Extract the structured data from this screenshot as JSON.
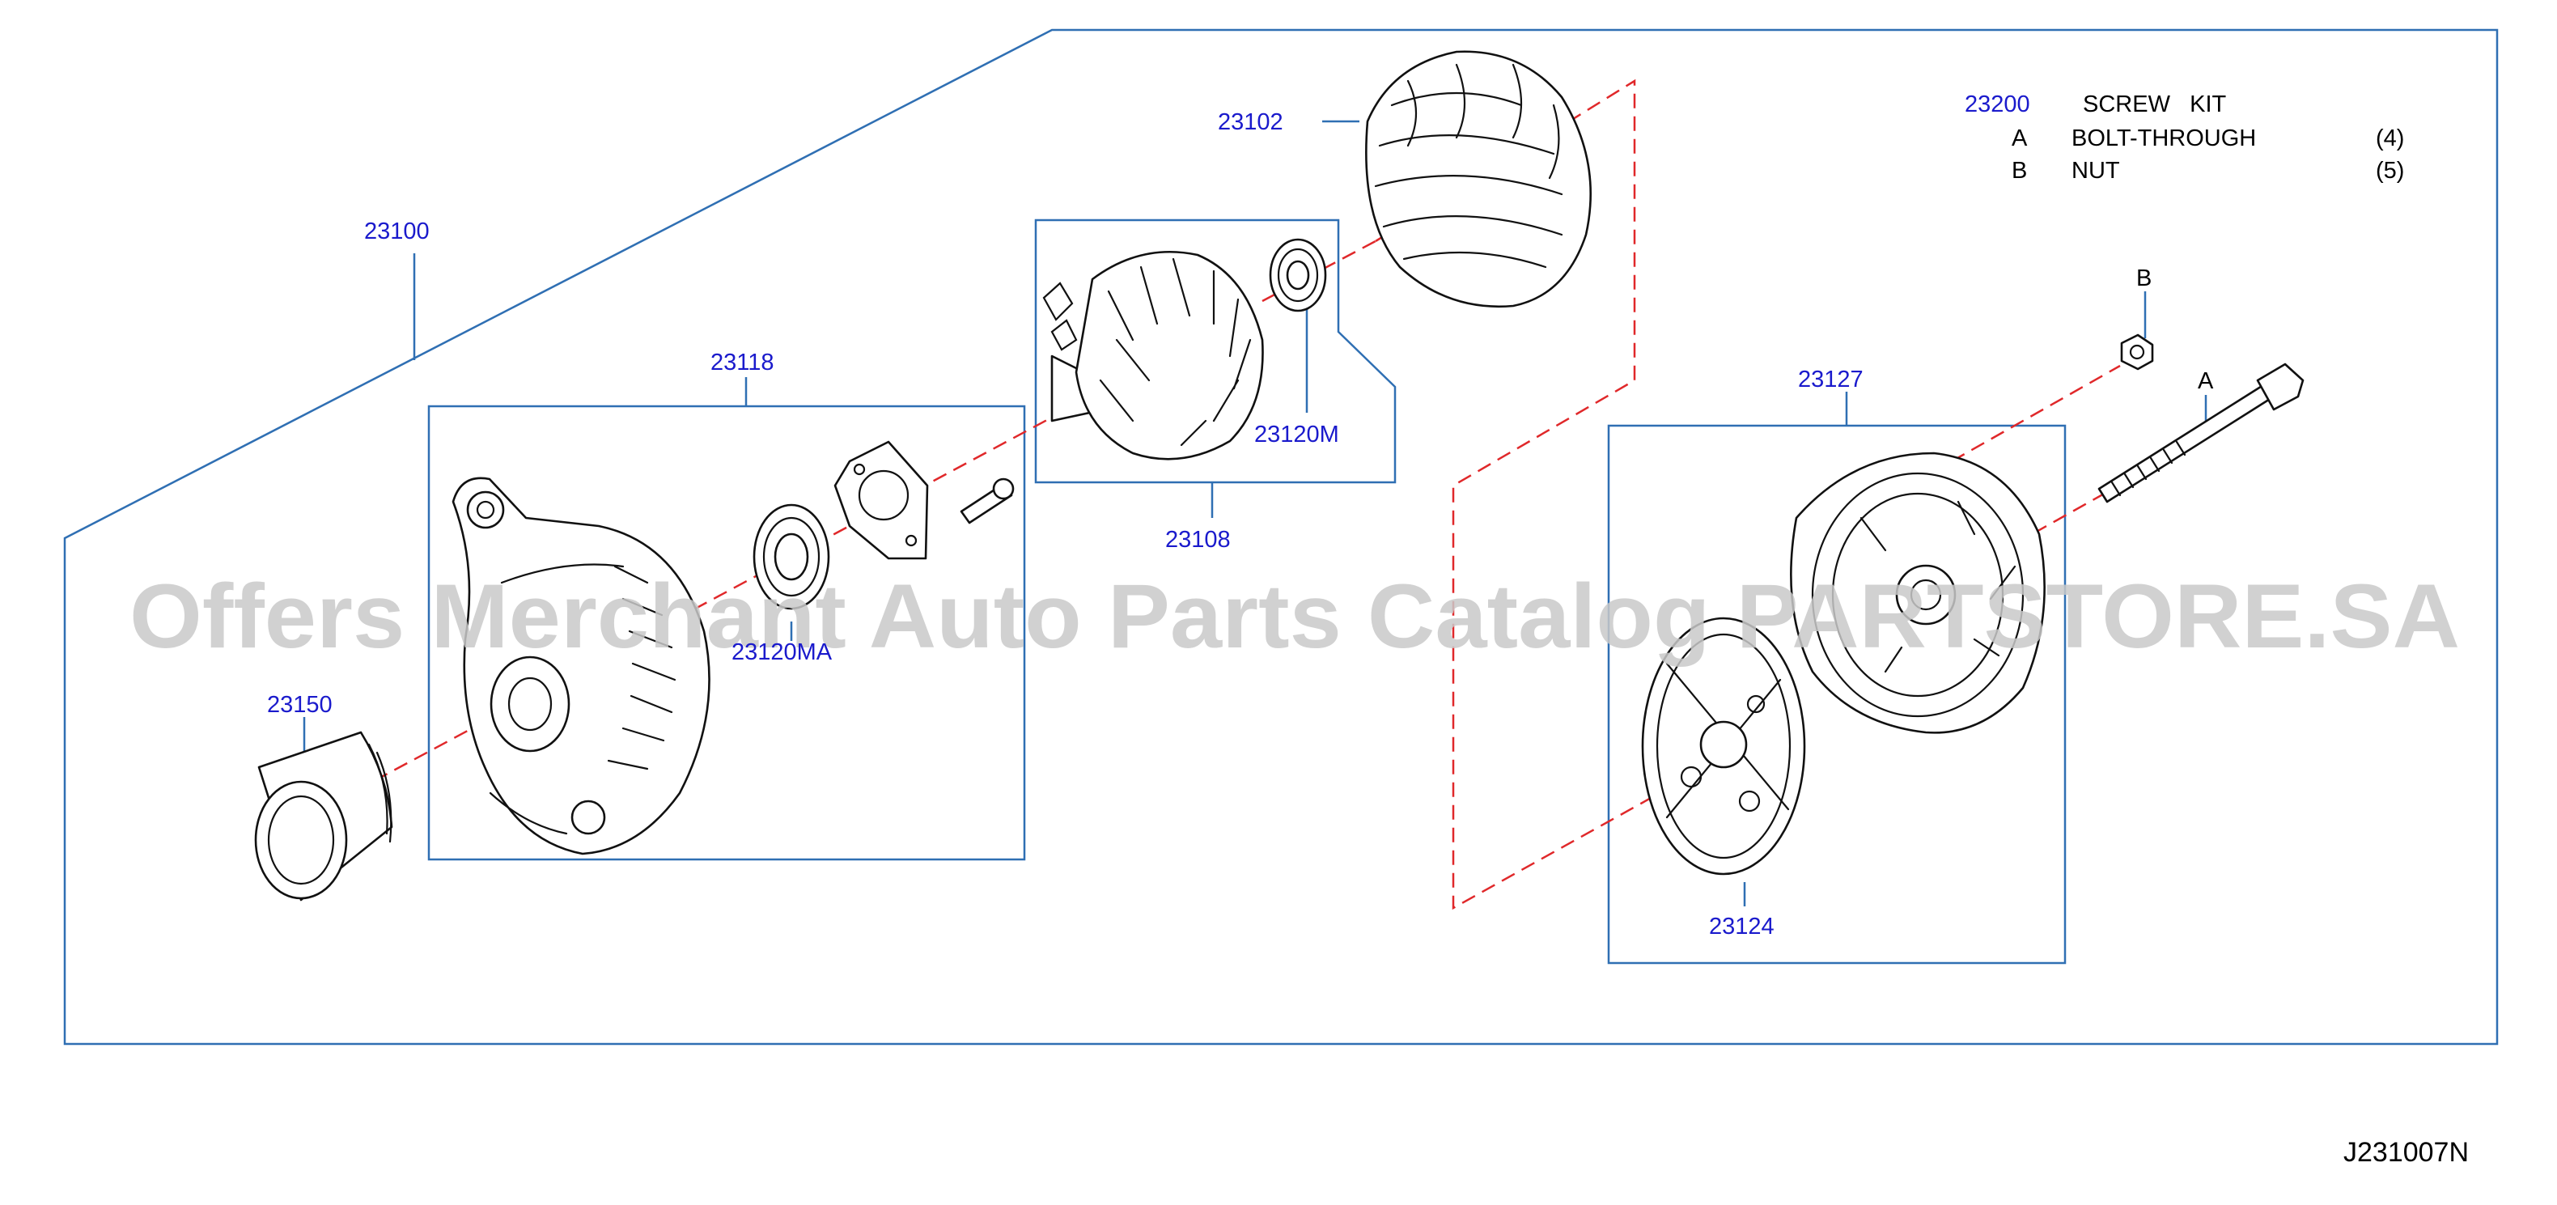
{
  "diagram": {
    "callouts": {
      "c23100": "23100",
      "c23118": "23118",
      "c23150": "23150",
      "c23120MA": "23120MA",
      "c23102": "23102",
      "c23108": "23108",
      "c23120M": "23120M",
      "c23127": "23127",
      "c23124": "23124",
      "cB": "B",
      "cA": "A"
    },
    "screw_kit": {
      "number": "23200",
      "title": "SCREW   KIT",
      "rows": [
        {
          "key": "A",
          "name": "BOLT-THROUGH",
          "qty": "(4)"
        },
        {
          "key": "B",
          "name": "NUT",
          "qty": "(5)"
        }
      ]
    },
    "watermark": "Offers Merchant Auto Parts Catalog PARTSTORE.SA",
    "drawing_code": "J231007N"
  }
}
